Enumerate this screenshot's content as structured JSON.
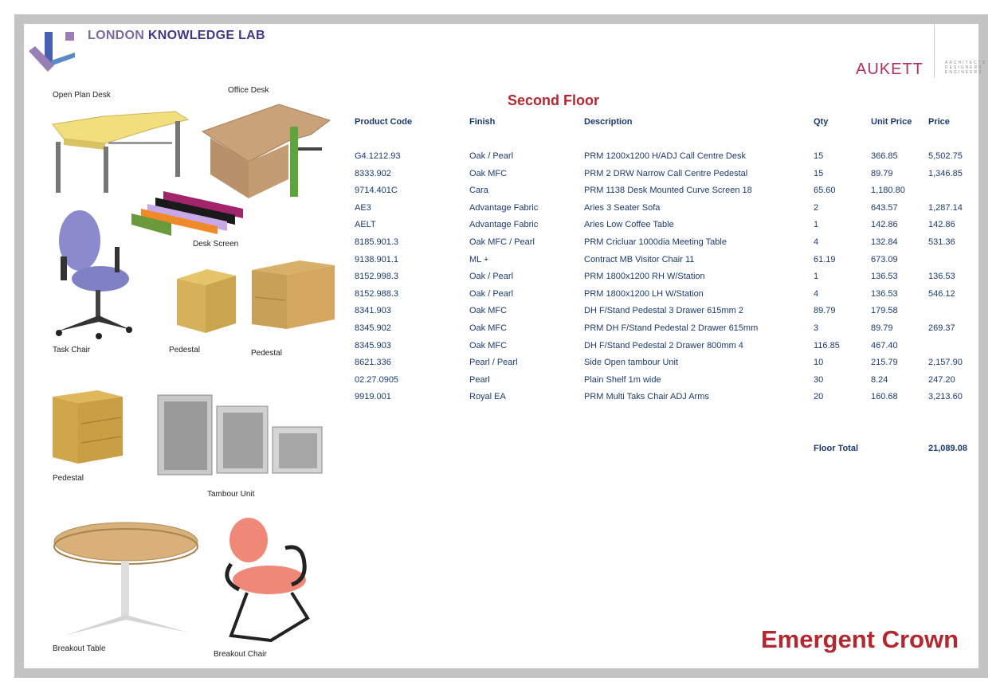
{
  "header": {
    "lab_name_part1": "LONDON ",
    "lab_name_part2": "KNOWLEDGE LAB",
    "aukett_logo": "AUKETT",
    "aukett_sub": "ARCHITECTS DESIGNERS ENGINEERS"
  },
  "floor_title": "Second Floor",
  "products": [
    {
      "label": "Open Plan Desk"
    },
    {
      "label": "Office Desk"
    },
    {
      "label": "Desk Screen"
    },
    {
      "label": "Task Chair"
    },
    {
      "label": "Pedestal"
    },
    {
      "label": "Pedestal"
    },
    {
      "label": "Pedestal"
    },
    {
      "label": "Tambour Unit"
    },
    {
      "label": "Breakout Table"
    },
    {
      "label": "Breakout Chair"
    }
  ],
  "table": {
    "headers": [
      "Product Code",
      "Finish",
      "Description",
      "Qty",
      "Unit Price",
      "Price"
    ],
    "rows": [
      {
        "code": "G4.1212.93",
        "finish": "Oak / Pearl",
        "desc": "PRM 1200x1200 H/ADJ Call Centre Desk",
        "qty": "15",
        "unit": "366.85",
        "price": "5,502.75"
      },
      {
        "code": "8333.902",
        "finish": "Oak MFC",
        "desc": "PRM 2 DRW Narrow Call Centre Pedestal",
        "qty": "15",
        "unit": "89.79",
        "price": "1,346.85"
      },
      {
        "code": "9714.401C",
        "finish": "Cara",
        "desc": "PRM 1138 Desk Mounted Curve Screen 18",
        "qty": "65.60",
        "unit": "1,180.80",
        "price": ""
      },
      {
        "code": "AE3",
        "finish": "Advantage Fabric",
        "desc": "Aries 3 Seater Sofa",
        "qty": "2",
        "unit": "643.57",
        "price": "1,287.14"
      },
      {
        "code": "AELT",
        "finish": "Advantage Fabric",
        "desc": "Aries Low Coffee Table",
        "qty": "1",
        "unit": "142.86",
        "price": "142.86"
      },
      {
        "code": "8185.901.3",
        "finish": "Oak MFC / Pearl",
        "desc": "PRM Cricluar 1000dia Meeting Table",
        "qty": "4",
        "unit": "132.84",
        "price": "531.36"
      },
      {
        "code": "9138.901.1",
        "finish": "ML +",
        "desc": "Contract MB Visitor Chair                    11",
        "qty": "61.19",
        "unit": "673.09",
        "price": ""
      },
      {
        "code": "8152.998.3",
        "finish": "Oak / Pearl",
        "desc": "PRM 1800x1200 RH W/Station",
        "qty": "1",
        "unit": "136.53",
        "price": "136.53"
      },
      {
        "code": "8152.988.3",
        "finish": "Oak / Pearl",
        "desc": "PRM 1800x1200 LH W/Station",
        "qty": "4",
        "unit": "136.53",
        "price": "546.12"
      },
      {
        "code": "8341.903",
        "finish": "Oak MFC",
        "desc": "DH F/Stand Pedestal 3 Drawer 615mm  2",
        "qty": "89.79",
        "unit": "179.58",
        "price": ""
      },
      {
        "code": "8345.902",
        "finish": "Oak MFC",
        "desc": "PRM DH F/Stand Pedestal 2 Drawer 615mm",
        "qty": "3",
        "unit": "89.79",
        "price": "269.37"
      },
      {
        "code": "8345.903",
        "finish": "Oak MFC",
        "desc": "DH F/Stand Pedestal 2 Drawer 800mm  4",
        "qty": "116.85",
        "unit": "467.40",
        "price": ""
      },
      {
        "code": "8621.336",
        "finish": "Pearl / Pearl",
        "desc": "Side Open tambour Unit",
        "qty": "10",
        "unit": "215.79",
        "price": "2,157.90"
      },
      {
        "code": "02.27.0905",
        "finish": "Pearl",
        "desc": "Plain Shelf 1m wide",
        "qty": "30",
        "unit": "8.24",
        "price": "247.20"
      },
      {
        "code": "9919.001",
        "finish": "Royal EA",
        "desc": "PRM Multi Taks Chair ADJ Arms",
        "qty": "20",
        "unit": "160.68",
        "price": "3,213.60"
      }
    ],
    "total_label": "Floor Total",
    "total_value": "21,089.08"
  },
  "brand": "Emergent Crown",
  "colors": {
    "title_red": "#b5272e",
    "text_navy": "#1c3a72",
    "border_grey": "#c4c4c4",
    "aukett_magenta": "#b0305a"
  }
}
